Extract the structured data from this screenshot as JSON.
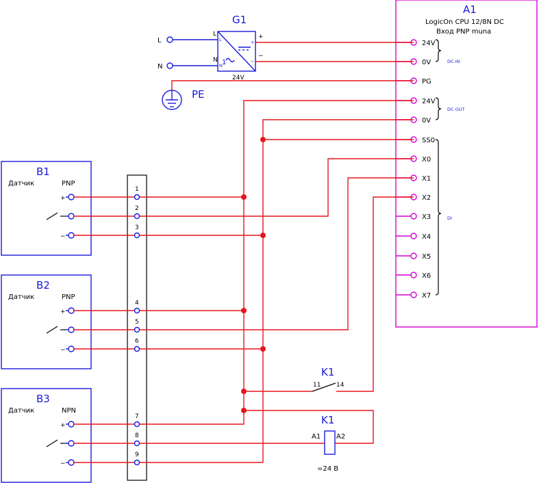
{
  "power_supply": {
    "tag": "G1",
    "input_l": "L",
    "input_n": "N",
    "pin_l": "L",
    "pin_n": "N",
    "pin_plus": "+",
    "pin_minus": "−",
    "voltage": "24V",
    "pe_label": "PE",
    "symbol_one": "1"
  },
  "controller": {
    "tag": "A1",
    "model": "LogicOn CPU 12/8N DC",
    "input_type": "Вход PNP muna",
    "pins": [
      "24V",
      "0V",
      "PG",
      "24V",
      "0V",
      "SS0",
      "X0",
      "X1",
      "X2",
      "X3",
      "X4",
      "X5",
      "X6",
      "X7"
    ],
    "group_dc_in": "DC IN",
    "group_dc_out": "DC OUT",
    "group_di": "DI"
  },
  "sensors": [
    {
      "tag": "B1",
      "desc": "Датчик",
      "type": "PNP",
      "pin_plus": "+",
      "pin_minus": "−"
    },
    {
      "tag": "B2",
      "desc": "Датчик",
      "type": "PNP",
      "pin_plus": "+",
      "pin_minus": "−"
    },
    {
      "tag": "B3",
      "desc": "Датчик",
      "type": "NPN",
      "pin_plus": "+",
      "pin_minus": "−"
    }
  ],
  "terminal_block": {
    "numbers": [
      "1",
      "2",
      "3",
      "4",
      "5",
      "6",
      "7",
      "8",
      "9"
    ]
  },
  "relay_contact": {
    "tag": "K1",
    "pin_a": "11",
    "pin_b": "14"
  },
  "relay_coil": {
    "tag": "K1",
    "pin_a": "A1",
    "pin_b": "A2",
    "voltage": "=24 B"
  }
}
